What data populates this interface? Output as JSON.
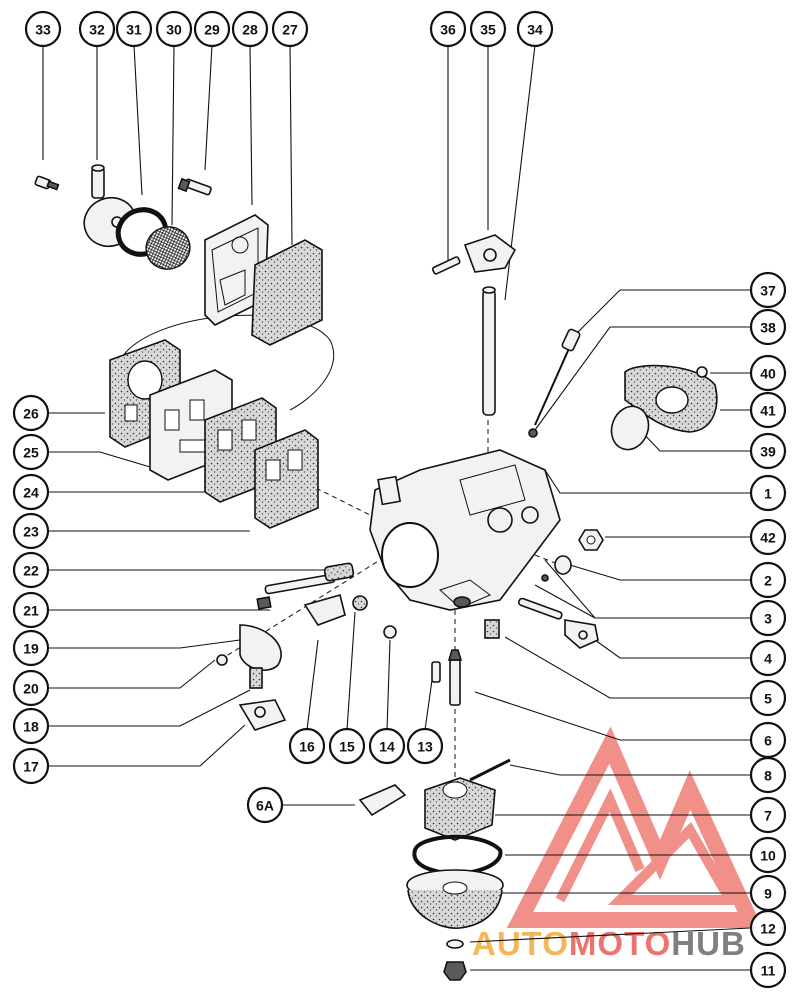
{
  "callouts": [
    {
      "id": "33",
      "label": "33"
    },
    {
      "id": "32",
      "label": "32"
    },
    {
      "id": "31",
      "label": "31"
    },
    {
      "id": "30",
      "label": "30"
    },
    {
      "id": "29",
      "label": "29"
    },
    {
      "id": "28",
      "label": "28"
    },
    {
      "id": "27",
      "label": "27"
    },
    {
      "id": "36",
      "label": "36"
    },
    {
      "id": "35",
      "label": "35"
    },
    {
      "id": "34",
      "label": "34"
    },
    {
      "id": "37",
      "label": "37"
    },
    {
      "id": "38",
      "label": "38"
    },
    {
      "id": "40",
      "label": "40"
    },
    {
      "id": "41",
      "label": "41"
    },
    {
      "id": "39",
      "label": "39"
    },
    {
      "id": "1",
      "label": "1"
    },
    {
      "id": "42",
      "label": "42"
    },
    {
      "id": "2",
      "label": "2"
    },
    {
      "id": "3",
      "label": "3"
    },
    {
      "id": "4",
      "label": "4"
    },
    {
      "id": "5",
      "label": "5"
    },
    {
      "id": "6",
      "label": "6"
    },
    {
      "id": "8",
      "label": "8"
    },
    {
      "id": "7",
      "label": "7"
    },
    {
      "id": "10",
      "label": "10"
    },
    {
      "id": "9",
      "label": "9"
    },
    {
      "id": "12",
      "label": "12"
    },
    {
      "id": "11",
      "label": "11"
    },
    {
      "id": "26",
      "label": "26"
    },
    {
      "id": "25",
      "label": "25"
    },
    {
      "id": "24",
      "label": "24"
    },
    {
      "id": "23",
      "label": "23"
    },
    {
      "id": "22",
      "label": "22"
    },
    {
      "id": "21",
      "label": "21"
    },
    {
      "id": "19",
      "label": "19"
    },
    {
      "id": "20",
      "label": "20"
    },
    {
      "id": "18",
      "label": "18"
    },
    {
      "id": "17",
      "label": "17"
    },
    {
      "id": "16",
      "label": "16"
    },
    {
      "id": "15",
      "label": "15"
    },
    {
      "id": "14",
      "label": "14"
    },
    {
      "id": "13",
      "label": "13"
    },
    {
      "id": "6A",
      "label": "6A"
    }
  ],
  "watermark": {
    "part1": "AUTO",
    "part2": "MOTO",
    "part3": "HUB",
    "color_primary": "#e8463c",
    "color_secondary": "#f0a020",
    "color_tertiary": "#555555"
  }
}
